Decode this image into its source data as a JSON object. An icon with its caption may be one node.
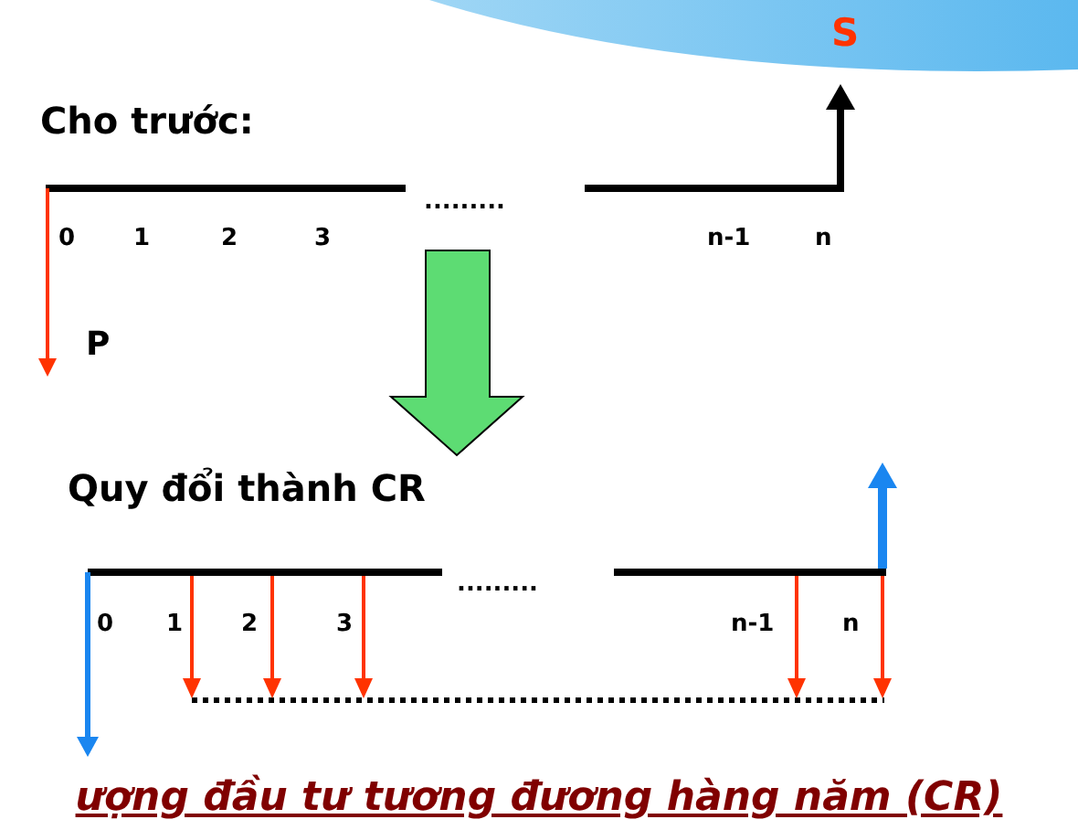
{
  "diagram": {
    "caption": "ượng đầu tư tương đương hàng năm (CR)",
    "labels": [
      "S",
      "Cho trước:",
      "0",
      "1",
      "2",
      "3",
      ".........",
      "n-1",
      "n",
      "P",
      "Quy đổi thành CR",
      "0",
      "1",
      "2",
      "3",
      ".........",
      "n-1",
      "n"
    ]
  }
}
